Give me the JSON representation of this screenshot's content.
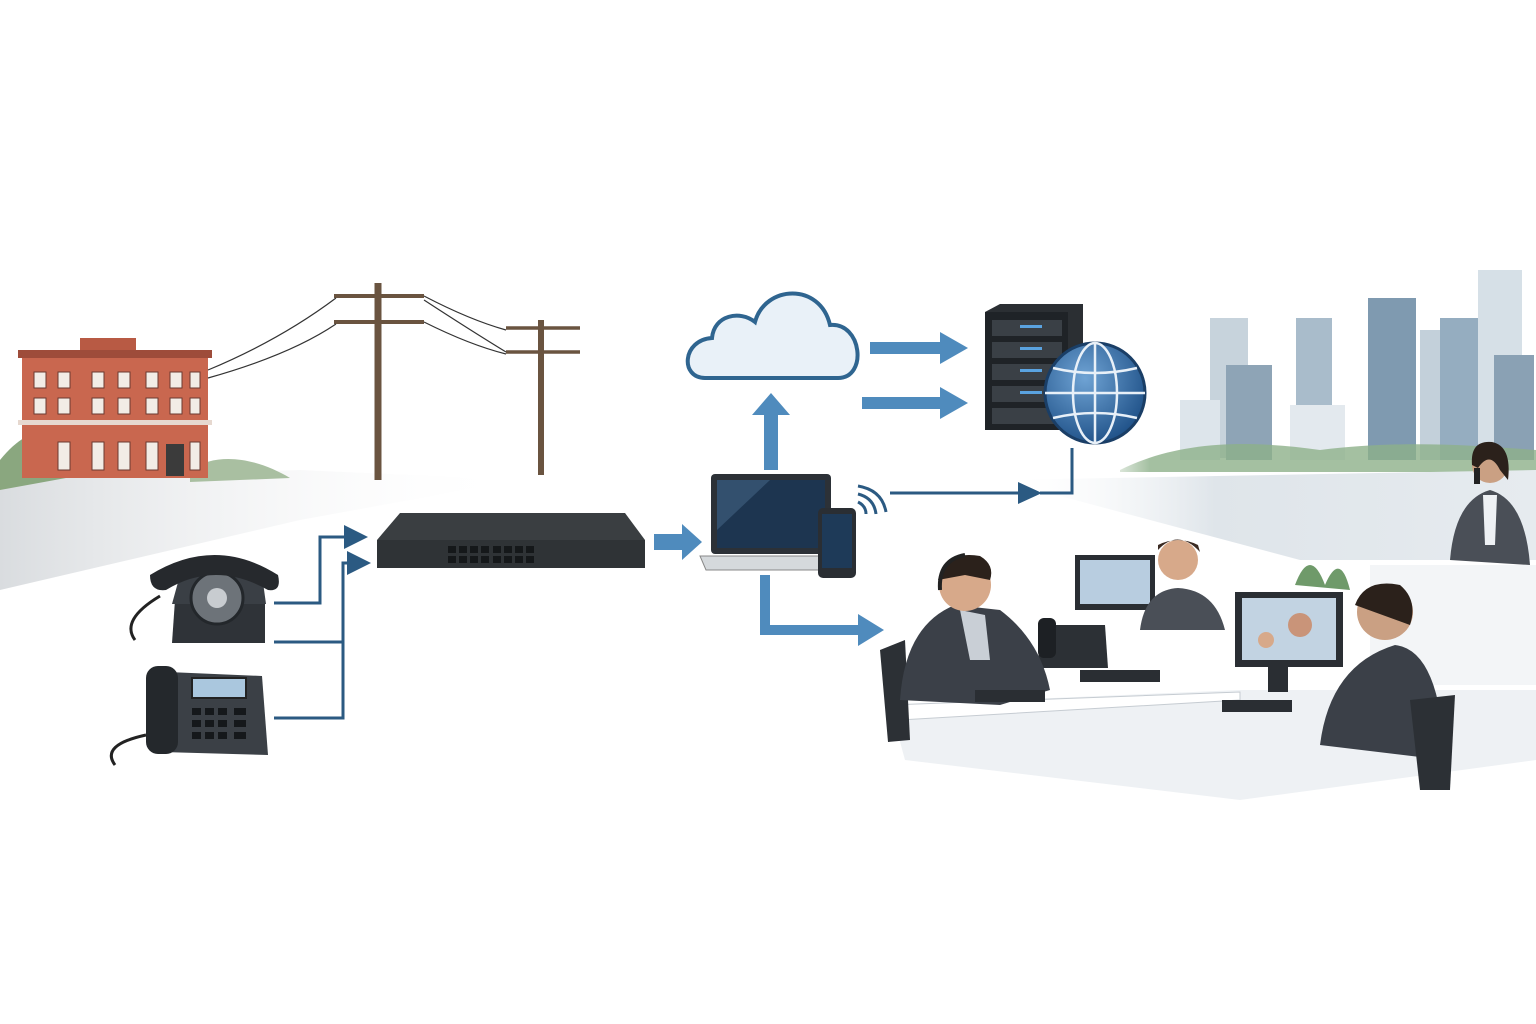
{
  "diagram": {
    "nodes": [
      {
        "id": "office-building",
        "icon": "building-icon"
      },
      {
        "id": "telephone-poles",
        "icon": "utility-pole-icon"
      },
      {
        "id": "rotary-phone",
        "icon": "rotary-phone-icon"
      },
      {
        "id": "desk-phone",
        "icon": "desk-phone-icon"
      },
      {
        "id": "network-switch",
        "icon": "switch-icon"
      },
      {
        "id": "laptop",
        "icon": "laptop-icon"
      },
      {
        "id": "smartphone",
        "icon": "smartphone-icon"
      },
      {
        "id": "wifi",
        "icon": "wifi-icon"
      },
      {
        "id": "cloud",
        "icon": "cloud-icon"
      },
      {
        "id": "server-rack",
        "icon": "server-icon"
      },
      {
        "id": "globe",
        "icon": "globe-icon"
      },
      {
        "id": "city-skyline",
        "icon": "skyline-icon"
      },
      {
        "id": "contact-center",
        "icon": "office-workers-icon"
      },
      {
        "id": "mobile-worker",
        "icon": "person-phone-icon"
      }
    ],
    "connections": [
      {
        "from": "rotary-phone",
        "to": "network-switch"
      },
      {
        "from": "desk-phone",
        "to": "network-switch"
      },
      {
        "from": "network-switch",
        "to": "laptop"
      },
      {
        "from": "laptop",
        "to": "cloud"
      },
      {
        "from": "cloud",
        "to": "server-rack"
      },
      {
        "from": "laptop",
        "to": "contact-center"
      },
      {
        "from": "wifi",
        "to": "globe"
      }
    ]
  },
  "colors": {
    "arrow_light": "#4f8bbd",
    "line_dark": "#2b5a82",
    "cloud_outline": "#2f6590",
    "brick": "#c9674f",
    "device_dark": "#2f3338",
    "globe": "#2d66a0"
  }
}
